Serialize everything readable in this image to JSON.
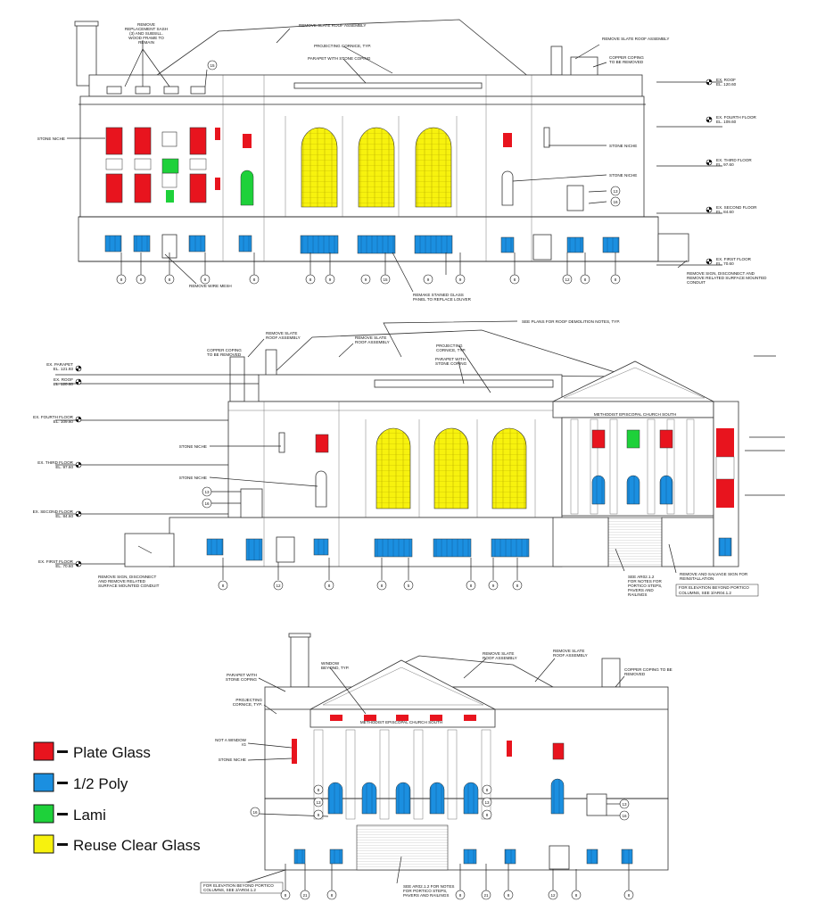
{
  "legend": [
    {
      "label": "Plate Glass",
      "color": "#e8141e"
    },
    {
      "label": "1/2 Poly",
      "color": "#1b8fe0"
    },
    {
      "label": "Lami",
      "color": "#1ed13a"
    },
    {
      "label": "Reuse Clear Glass",
      "color": "#f7f20e"
    }
  ],
  "elev1": {
    "replacement_sash": [
      "REMOVE",
      "REPLACEMENT SASH",
      "(3) AND SUBSILL.",
      "WOOD FRAME TO",
      "REMAIN"
    ],
    "remove_slate": "REMOVE SLATE ROOF ASSEMBLY",
    "projecting_cornice": "PROJECTING CORNICE, TYP.",
    "parapet": "PARAPET WITH STONE COPING",
    "remove_slate_right": "REMOVE SLATE ROOF ASSEMBLY",
    "copper_coping": [
      "COPPER COPING",
      "TO BE REMOVED"
    ],
    "stone_niche_left": "STONE NICHE",
    "stone_niche_right1": "STONE NICHE",
    "stone_niche_right2": "STONE NICHE",
    "remove_wire_mesh": "REMOVE WIRE MESH",
    "remake_glass": [
      "REMAKE STAINED GLASS",
      "PANEL TO REPLACE LOUVER"
    ],
    "remove_sign": [
      "REMOVE SIGN, DISCONNECT AND",
      "REMOVE RELATED SURFACE MOUNTED",
      "CONDUIT"
    ],
    "tag15": "15",
    "levels": [
      {
        "name": "EX. ROOF",
        "el": "EL. 120.60"
      },
      {
        "name": "EX. FOURTH FLOOR",
        "el": "EL. 109.60"
      },
      {
        "name": "EX. THIRD FLOOR",
        "el": "EL. 97.60"
      },
      {
        "name": "EX. SECOND FLOOR",
        "el": "EL. 84.60"
      },
      {
        "name": "EX. FIRST FLOOR",
        "el": "EL. 70.60"
      }
    ],
    "tags_side": [
      "13",
      "16"
    ],
    "bottom_tags": [
      "8",
      "8",
      "8",
      "8",
      "8",
      "8",
      "9",
      "9",
      "15",
      "9",
      "9",
      "8",
      "12",
      "8",
      "8"
    ]
  },
  "elev2": {
    "see_plans": "SEE PLANS FOR ROOF DEMOLITION NOTES, TYP.",
    "remove_slate1": [
      "REMOVE SLATE",
      "ROOF ASSEMBLY"
    ],
    "remove_slate2": [
      "REMOVE SLATE",
      "ROOF ASSEMBLY"
    ],
    "copper_coping": [
      "COPPER COPING",
      "TO BE REMOVED"
    ],
    "projecting_cornice": [
      "PROJECTING",
      "CORNICE, TYP."
    ],
    "parapet": [
      "PARAPET WITH",
      "STONE COPING"
    ],
    "levels": [
      {
        "name": "EX. PARAPET",
        "el": "EL. 121.93"
      },
      {
        "name": "EX. ROOF",
        "el": "EL. 120.60"
      },
      {
        "name": "EX. FOURTH FLOOR",
        "el": "EL. 109.60"
      },
      {
        "name": "EX. THIRD FLOOR",
        "el": "EL. 97.60"
      },
      {
        "name": "EX. SECOND FLOOR",
        "el": "EL. 84.60"
      },
      {
        "name": "EX. FIRST FLOOR",
        "el": "EL. 70.60"
      }
    ],
    "stone_niche1": "STONE NICHE",
    "stone_niche2": "STONE NICHE",
    "frieze": "METHODIST EPISCOPAL CHURCH SOUTH",
    "remove_sign": [
      "REMOVE SIGN, DISCONNECT",
      "AND REMOVE RELATED",
      "SURFACE MOUNTED CONDUIT"
    ],
    "see_portico": [
      "SEE AR02.1.2",
      "FOR NOTES FOR",
      "PORTICO STEPS,",
      "PAVERS AND",
      "RAILINGS"
    ],
    "remove_salvage": [
      "REMOVE AND SALVAGE SIGN FOR",
      "REINSTALLATION"
    ],
    "beyond_portico": [
      "FOR ELEVATION BEYOND PORTICO",
      "COLUMNS, SEE 3/AR04.1.2"
    ],
    "tags_side": [
      "13",
      "16"
    ],
    "bottom_tags": [
      "8",
      "12",
      "8",
      "8",
      "5",
      "8",
      "9",
      "8"
    ]
  },
  "elev3": {
    "window_beyond": [
      "WINDOW",
      "BEYOND, TYP."
    ],
    "remove_slate1": [
      "REMOVE SLATE",
      "ROOF ASSEMBLY"
    ],
    "remove_slate2": [
      "REMOVE SLATE",
      "ROOF ASSEMBLY"
    ],
    "copper_coping": [
      "COPPER COPING TO BE",
      "REMOVED"
    ],
    "parapet": [
      "PARAPET WITH",
      "STONE COPING"
    ],
    "projecting_cornice": [
      "PROJECTING",
      "CORNICE, TYP."
    ],
    "not_window": [
      "NOT A WINDOW",
      "IG"
    ],
    "stone_niche": "STONE NICHE",
    "frieze": "METHODIST EPISCOPAL CHURCH SOUTH",
    "beyond_portico": [
      "FOR ELEVATION BEYOND PORTICO",
      "COLUMNS, SEE 2/AR04.1.2"
    ],
    "see_portico": [
      "SEE AR02.1.2 FOR NOTES",
      "FOR PORTICO STEPS,",
      "PAVERS AND RAILINGS"
    ],
    "tags_left": [
      "8",
      "13",
      "8"
    ],
    "tag16": "16",
    "tags_right": [
      "8",
      "13",
      "8"
    ],
    "tags_side": [
      "13",
      "16"
    ],
    "bottom_tags": [
      "8",
      "21",
      "8",
      "8",
      "21",
      "8",
      "12",
      "8",
      "8"
    ]
  }
}
